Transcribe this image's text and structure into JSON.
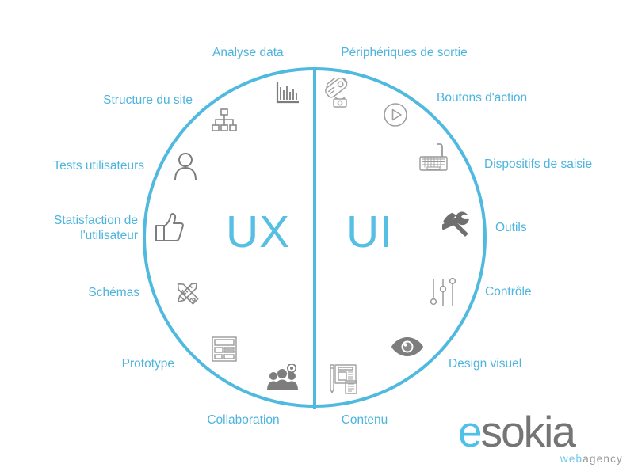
{
  "colors": {
    "accent": "#4fb9e0",
    "label_text": "#4db4de",
    "icon_grey": "#858585",
    "logo_grey": "#757575",
    "background": "#ffffff"
  },
  "center": {
    "left_word": "UX",
    "right_word": "UI"
  },
  "ux_side": [
    {
      "label": "Analyse data",
      "icon": "bar-chart-icon"
    },
    {
      "label": "Structure du site",
      "icon": "sitemap-icon"
    },
    {
      "label": "Tests utilisateurs",
      "icon": "user-icon"
    },
    {
      "label": "Statisfaction de l'utilisateur",
      "icon": "thumbs-up-icon"
    },
    {
      "label": "Schémas",
      "icon": "pencil-ruler-icon"
    },
    {
      "label": "Prototype",
      "icon": "wireframe-icon"
    },
    {
      "label": "Collaboration",
      "icon": "people-group-icon"
    }
  ],
  "ui_side": [
    {
      "label": "Périphériques de sortie",
      "icon": "projector-icon"
    },
    {
      "label": "Boutons d'action",
      "icon": "play-button-icon"
    },
    {
      "label": "Dispositifs de saisie",
      "icon": "keyboard-icon"
    },
    {
      "label": "Outils",
      "icon": "tools-icon"
    },
    {
      "label": "Contrôle",
      "icon": "sliders-icon"
    },
    {
      "label": "Design visuel",
      "icon": "eye-icon"
    },
    {
      "label": "Contenu",
      "icon": "content-edit-icon"
    }
  ],
  "logo": {
    "name_first": "e",
    "name_rest": "sokia",
    "tagline_first": "web",
    "tagline_rest": "agency"
  }
}
